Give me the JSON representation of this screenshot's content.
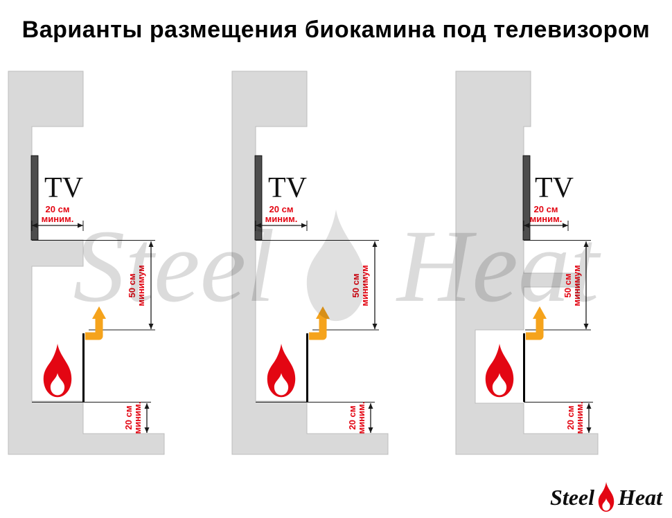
{
  "title": "Варианты размещения биокамина под телевизором",
  "watermark": {
    "word1": "Steel",
    "word2": "Heat"
  },
  "logo": {
    "word1": "Steel",
    "word2": "Heat"
  },
  "colors": {
    "wall_gray": "#d9d9d9",
    "dimension_red": "#e30613",
    "flame_red": "#e30613",
    "arrow_orange": "#f5a31c",
    "line_black": "#1a1a1a",
    "tv_dark": "#4d4d4d",
    "watermark_gray": "rgba(0,0,0,0.14)"
  },
  "panels": [
    {
      "tv": "TV",
      "top_dim": {
        "line1": "20 см",
        "line2": "миним."
      },
      "mid_dim": {
        "line1": "50 см",
        "line2": "минимум"
      },
      "bottom_dim": {
        "line1": "20 см",
        "line2": "миним."
      }
    },
    {
      "tv": "TV",
      "top_dim": {
        "line1": "20 см",
        "line2": "миним."
      },
      "mid_dim": {
        "line1": "50 см",
        "line2": "минимум"
      },
      "bottom_dim": {
        "line1": "20 см",
        "line2": "миним."
      }
    },
    {
      "tv": "TV",
      "top_dim": {
        "line1": "20 см",
        "line2": "миним."
      },
      "mid_dim": {
        "line1": "50 см",
        "line2": "минимум"
      },
      "bottom_dim": {
        "line1": "20 см",
        "line2": "миним."
      }
    }
  ]
}
